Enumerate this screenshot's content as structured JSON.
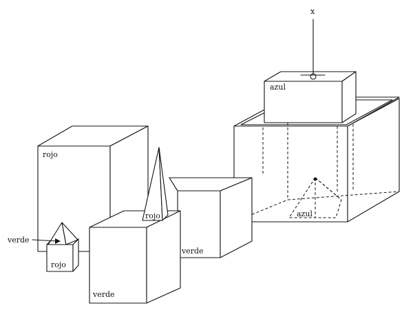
{
  "labels": {
    "axis_x": "x",
    "big_block": "rojo",
    "small_cube_pointer": "verde",
    "small_cube_base": "rojo",
    "front_cube": "verde",
    "tall_pyramid": "rojo",
    "middle_cube": "verde",
    "top_block": "azul",
    "hidden_pyramid": "azul"
  },
  "colors": {
    "ink": "#111111",
    "paper": "#ffffff"
  }
}
